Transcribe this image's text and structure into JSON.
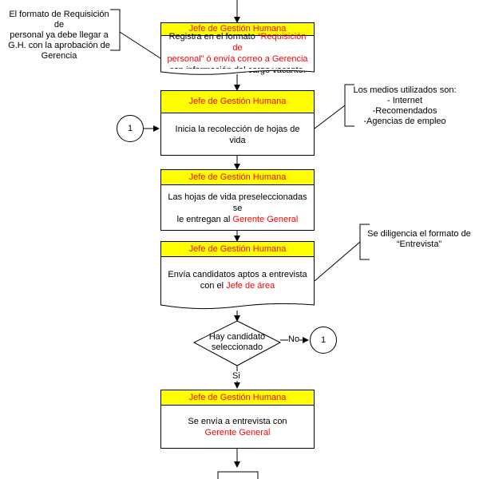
{
  "notes": {
    "top_left": [
      "El formato de Requisición de",
      "personal ya debe llegar a",
      "G.H. con la aprobación de",
      "Gerencia"
    ],
    "right_1": [
      "Los medios utilizados son:",
      "- Internet",
      "-Recomendados",
      "-Agencias de empleo"
    ],
    "right_2": [
      "Se diligencia el formato de",
      "“Entrevista”"
    ]
  },
  "steps": [
    {
      "role": "Jefe de Gestión Humana",
      "line1_pre": "Registra en el formato ",
      "line1_red": "“Requisición de",
      "line2_red": "personal” ó envía correo a Gerencia",
      "line3": "con información del cargo vacante."
    },
    {
      "role": "Jefe de Gestión Humana",
      "text": "Inicia la recolección de hojas de vida"
    },
    {
      "role": "Jefe de Gestión Humana",
      "line1": "Las hojas de vida preseleccionadas se",
      "line2_pre": "le entregan al ",
      "line2_red": "Gerente General"
    },
    {
      "role": "Jefe de Gestión Humana",
      "line1": "Envía candidatos aptos a entrevista",
      "line2_pre": "con el ",
      "line2_red": "Jefe de área"
    },
    {
      "role": "Jefe de Gestión Humana",
      "line1": "Se envía a entrevista con",
      "line2_red": "Gerente General"
    }
  ],
  "decision": {
    "line1": "Hay candidato",
    "line2": "seleccionado",
    "no_label": "No",
    "yes_label": "Si"
  },
  "connectors": {
    "left": "1",
    "right": "1"
  },
  "colors": {
    "header_fill": "#ffff00",
    "highlight_text": "#ff0000"
  }
}
